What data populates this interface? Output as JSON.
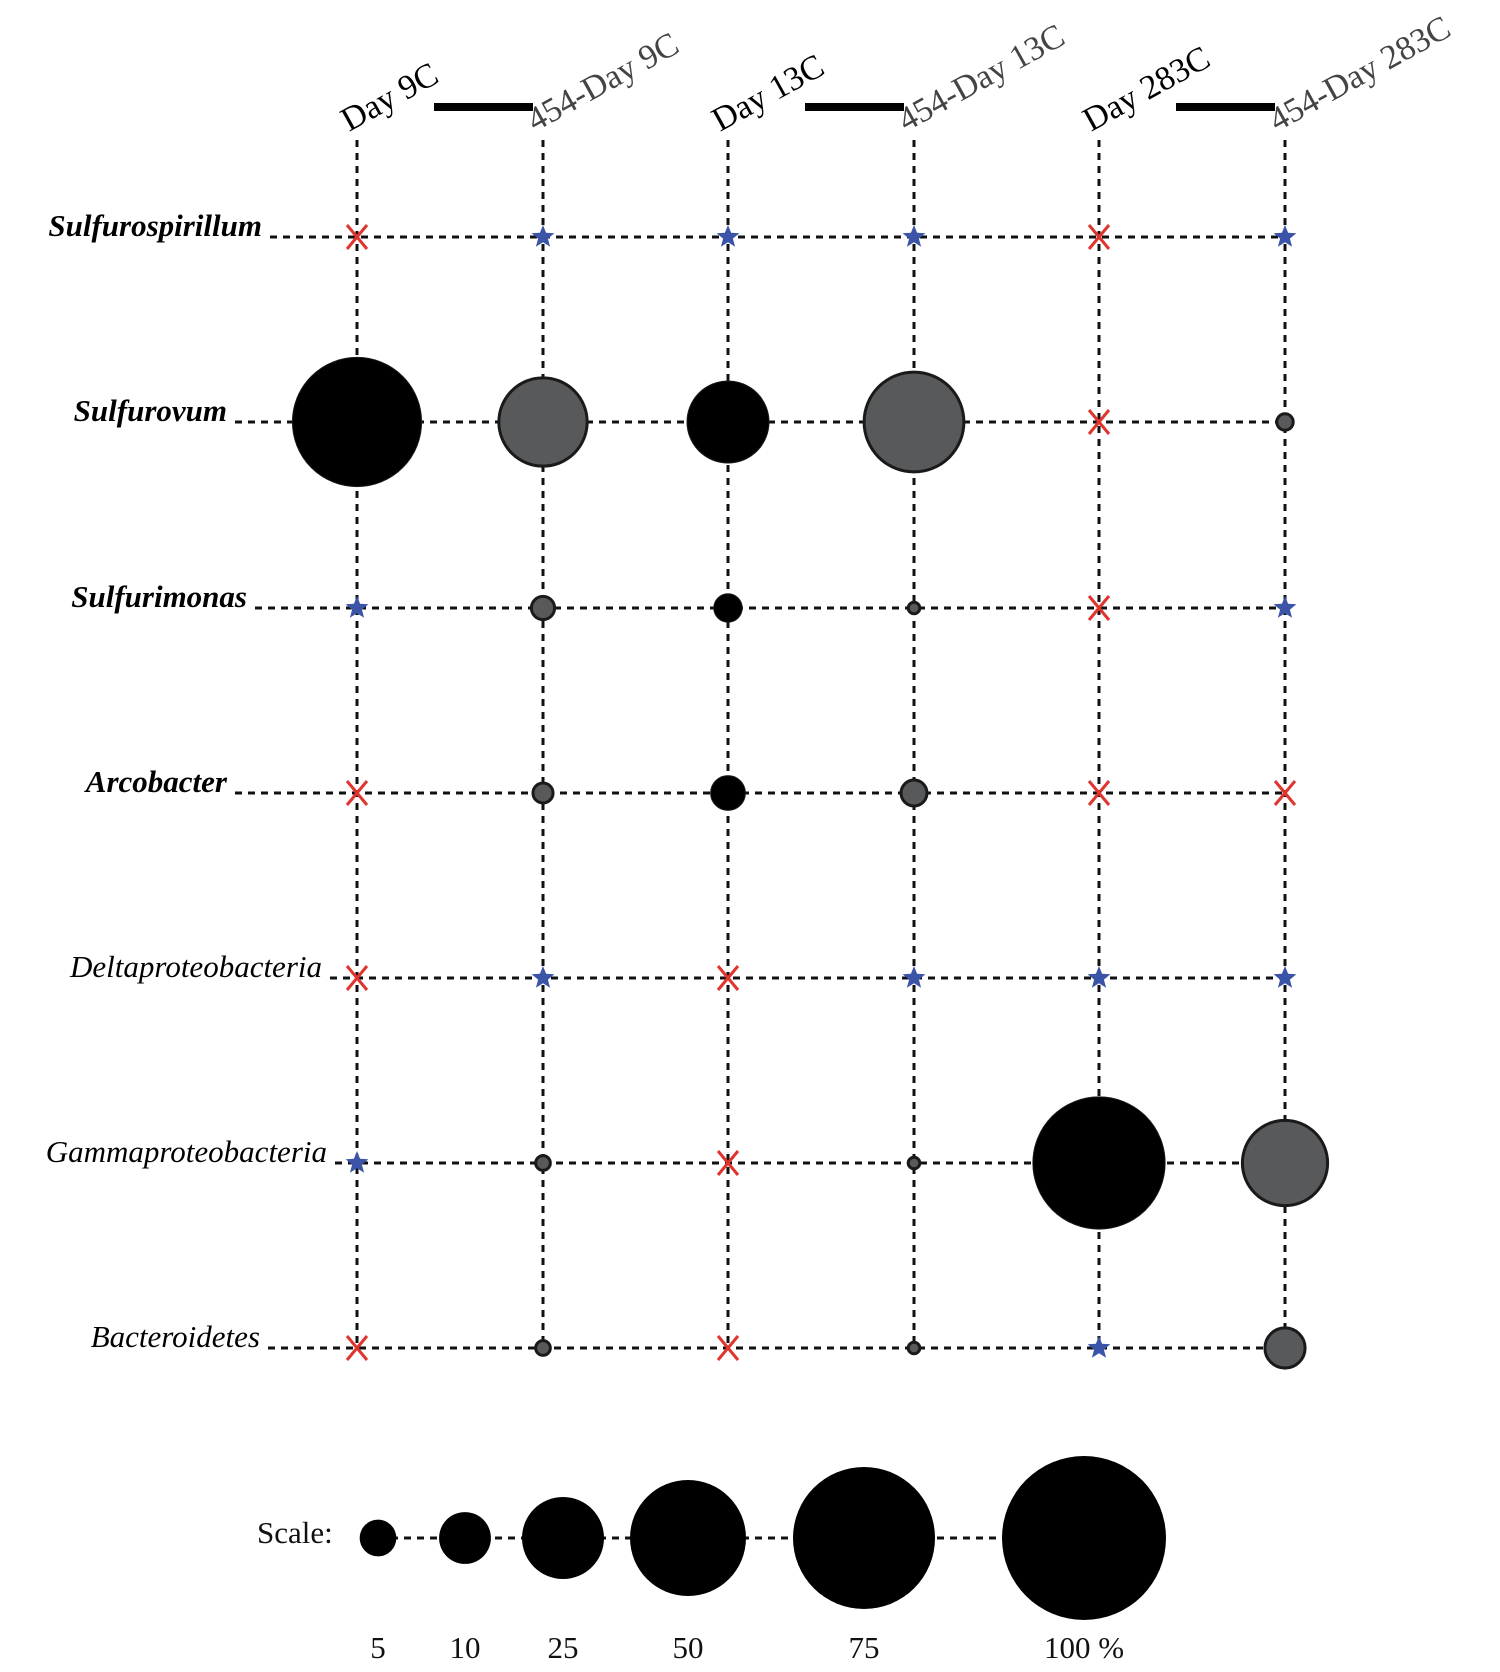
{
  "chart_data": {
    "type": "bubble-matrix",
    "columns": [
      {
        "label": "Day 9C",
        "source": "clone"
      },
      {
        "label": "454-Day 9C",
        "source": "454"
      },
      {
        "label": "Day 13C",
        "source": "clone"
      },
      {
        "label": "454-Day 13C",
        "source": "454"
      },
      {
        "label": "Day 283C",
        "source": "clone"
      },
      {
        "label": "454-Day 283C",
        "source": "454"
      }
    ],
    "pairs": [
      [
        0,
        1
      ],
      [
        2,
        3
      ],
      [
        4,
        5
      ]
    ],
    "rows": [
      {
        "label": "Sulfurospirillum",
        "bold": true,
        "cells": [
          {
            "mark": "x"
          },
          {
            "mark": "star"
          },
          {
            "mark": "star"
          },
          {
            "mark": "star"
          },
          {
            "mark": "x"
          },
          {
            "mark": "star"
          }
        ]
      },
      {
        "label": "Sulfurovum",
        "bold": true,
        "cells": [
          {
            "mark": "circle",
            "value": 62
          },
          {
            "mark": "circle",
            "value": 29
          },
          {
            "mark": "circle",
            "value": 25
          },
          {
            "mark": "circle",
            "value": 37
          },
          {
            "mark": "x"
          },
          {
            "mark": "circle",
            "value": 1
          }
        ]
      },
      {
        "label": "Sulfurimonas",
        "bold": true,
        "cells": [
          {
            "mark": "star"
          },
          {
            "mark": "circle",
            "value": 2
          },
          {
            "mark": "circle",
            "value": 3
          },
          {
            "mark": "circle",
            "value": 0.5
          },
          {
            "mark": "x"
          },
          {
            "mark": "star"
          }
        ]
      },
      {
        "label": "Arcobacter",
        "bold": true,
        "cells": [
          {
            "mark": "x"
          },
          {
            "mark": "circle",
            "value": 1.5
          },
          {
            "mark": "circle",
            "value": 4.5
          },
          {
            "mark": "circle",
            "value": 2.5
          },
          {
            "mark": "x"
          },
          {
            "mark": "x"
          }
        ]
      },
      {
        "label": "Deltaproteobacteria",
        "bold": false,
        "cells": [
          {
            "mark": "x"
          },
          {
            "mark": "star"
          },
          {
            "mark": "x"
          },
          {
            "mark": "star"
          },
          {
            "mark": "star"
          },
          {
            "mark": "star"
          }
        ]
      },
      {
        "label": "Gammaproteobacteria",
        "bold": false,
        "cells": [
          {
            "mark": "star"
          },
          {
            "mark": "circle",
            "value": 0.8
          },
          {
            "mark": "x"
          },
          {
            "mark": "circle",
            "value": 0.5
          },
          {
            "mark": "circle",
            "value": 65
          },
          {
            "mark": "circle",
            "value": 27
          }
        ]
      },
      {
        "label": "Bacteroidetes",
        "bold": false,
        "cells": [
          {
            "mark": "x"
          },
          {
            "mark": "circle",
            "value": 0.8
          },
          {
            "mark": "x"
          },
          {
            "mark": "circle",
            "value": 0.5
          },
          {
            "mark": "star"
          },
          {
            "mark": "circle",
            "value": 6
          }
        ]
      }
    ],
    "scale": {
      "label": "Scale:",
      "values": [
        5,
        10,
        25,
        50,
        75,
        100
      ],
      "tick_labels": [
        "5",
        "10",
        "25",
        "50",
        "75",
        "100 %"
      ]
    },
    "colors": {
      "clone_circle": "#000000",
      "seq454_circle": "#58595b",
      "star": "#3b54a8",
      "x": "#e0342e",
      "line": "#111111"
    }
  }
}
